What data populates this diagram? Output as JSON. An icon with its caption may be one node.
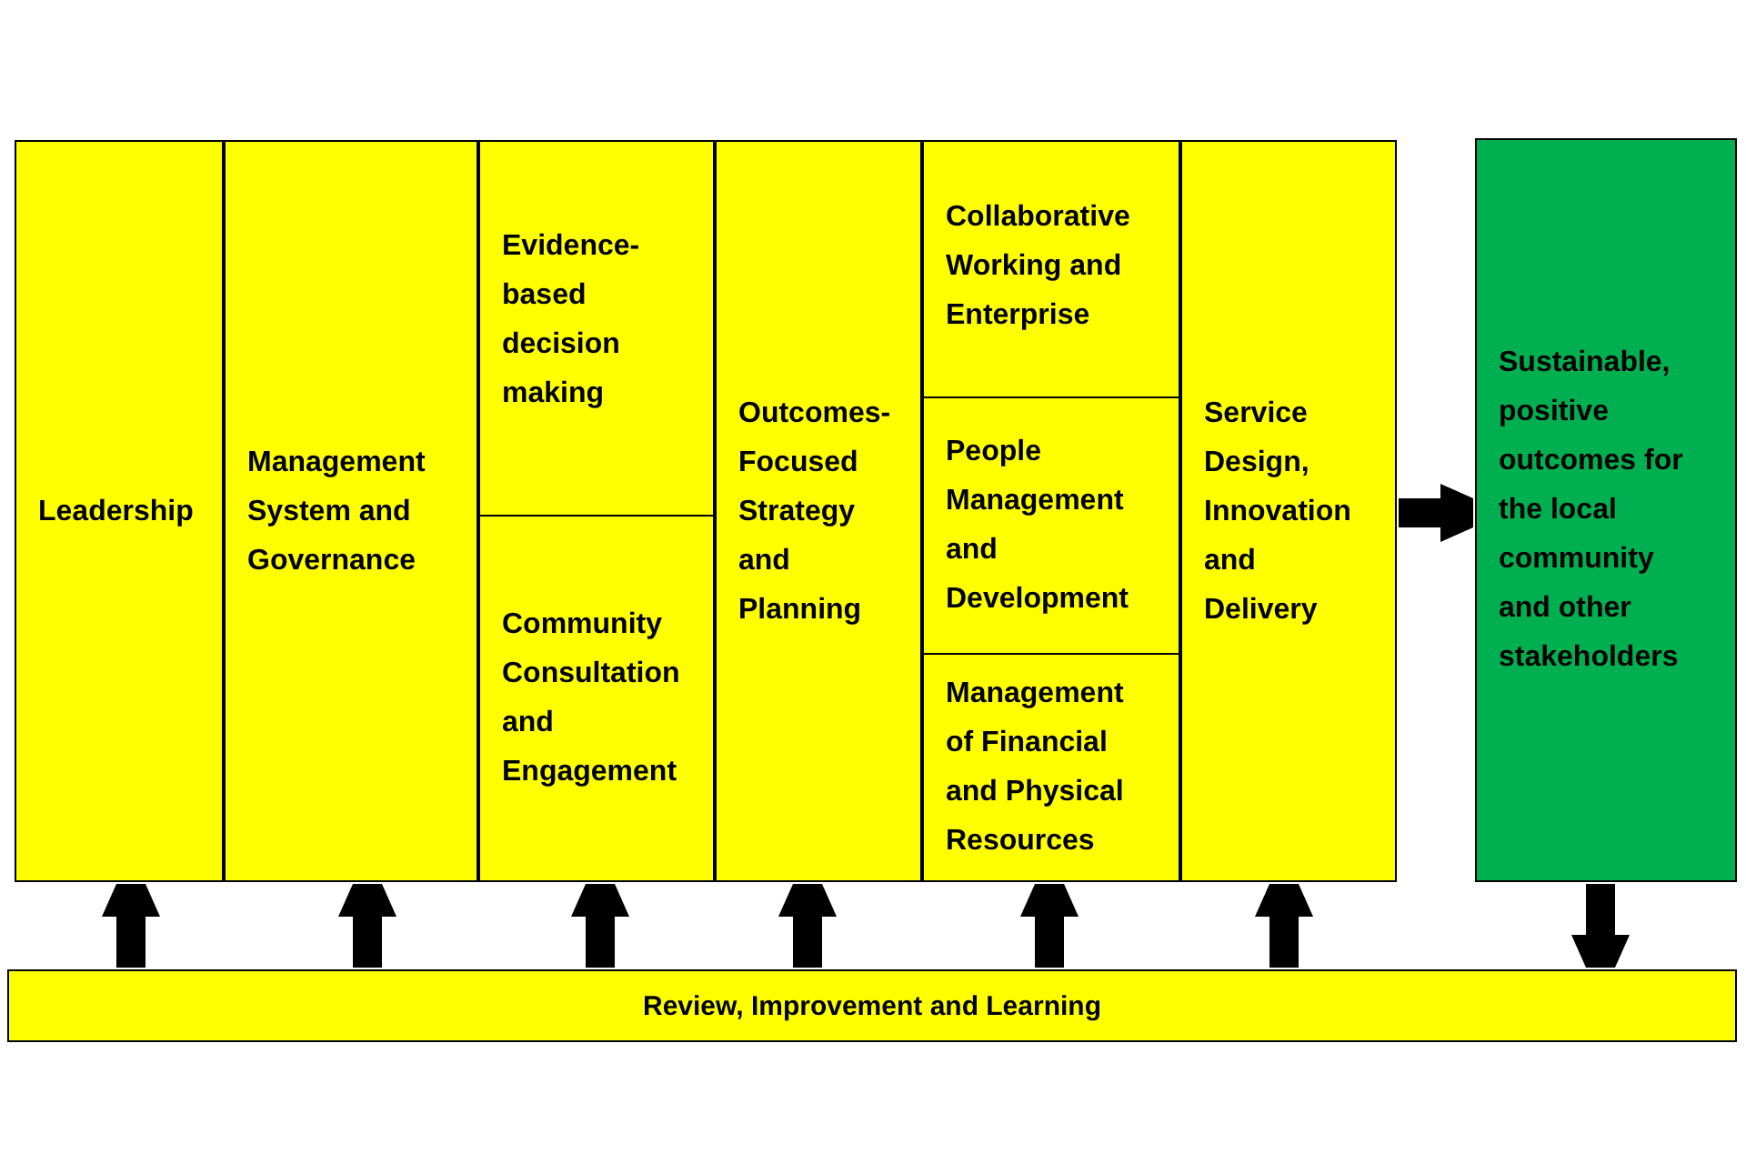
{
  "diagram": {
    "nodes": [
      {
        "text": [
          "Leadership"
        ]
      },
      {
        "text": [
          "Management System and Governance"
        ]
      },
      {
        "text": [
          "Evidence-based decision making"
        ]
      },
      {
        "text": [
          "Community Consultation and Engagement"
        ]
      },
      {
        "text": [
          "Outcomes-Focused Strategy and Planning"
        ]
      },
      {
        "text": [
          "Collaborative Working and Enterprise"
        ]
      },
      {
        "text": [
          "People Management and Development"
        ]
      },
      {
        "text": [
          "Management of Financial and Physical Resources"
        ]
      },
      {
        "text": [
          "Service Design, Innovation and Delivery"
        ]
      },
      {
        "text": [
          "Sustainable, positive outcomes for the local community and other stakeholders"
        ]
      },
      {
        "text": [
          "Review, Improvement and Learning"
        ]
      }
    ],
    "edges": [
      {
        "from": 10,
        "to": 0,
        "arrow": "to"
      },
      {
        "from": 10,
        "to": 1,
        "arrow": "to"
      },
      {
        "from": 10,
        "to": 3,
        "arrow": "to"
      },
      {
        "from": 10,
        "to": 4,
        "arrow": "to"
      },
      {
        "from": 10,
        "to": 7,
        "arrow": "to"
      },
      {
        "from": 10,
        "to": 8,
        "arrow": "to"
      },
      {
        "from": 8,
        "to": 9,
        "arrow": "to"
      },
      {
        "from": 9,
        "to": 10,
        "arrow": "to"
      }
    ]
  }
}
